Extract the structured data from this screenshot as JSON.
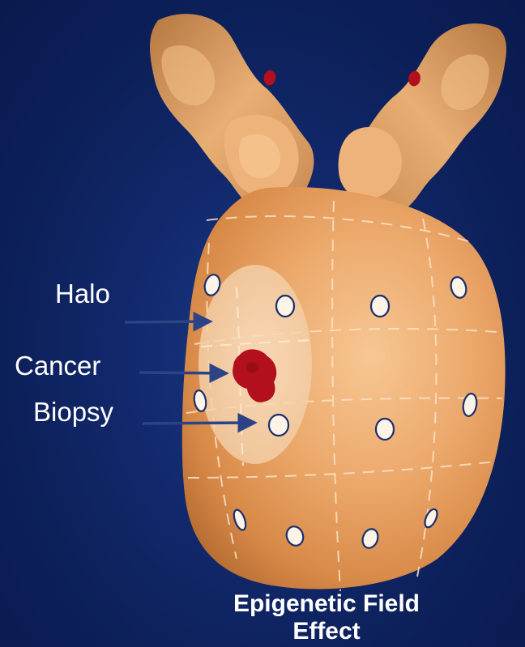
{
  "labels": {
    "halo": "Halo",
    "cancer": "Cancer",
    "biopsy": "Biopsy"
  },
  "caption": {
    "line1": "Epigenetic Field",
    "line2": "Effect"
  },
  "colors": {
    "background": "#0f2563",
    "organ": "#e9a468",
    "halo": "#f6d6b3",
    "cancer": "#b1101c",
    "arrow": "#2c4486",
    "text": "#ffffff"
  }
}
